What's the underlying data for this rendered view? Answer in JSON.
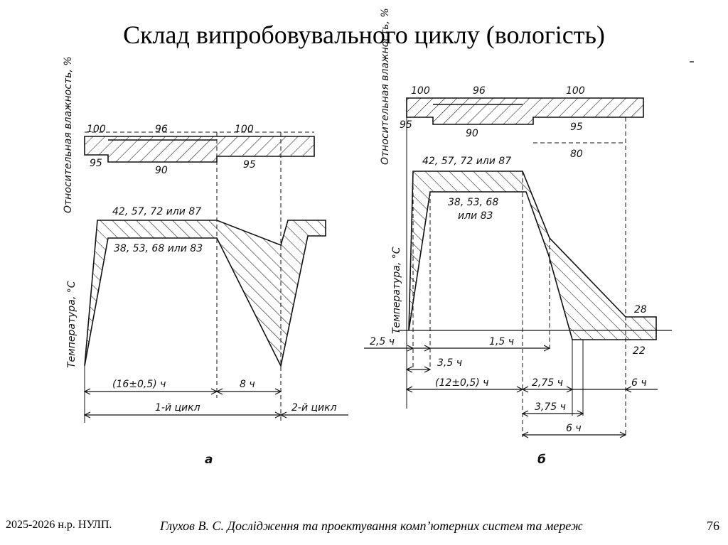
{
  "title": "Склад випробовувального циклу (вологість)",
  "footer": {
    "left": "2025-2026 н.р. НУЛП.",
    "center": "Глухов В. С. Дослідження та проектування комп’ютерних систем та мереж",
    "page": "76"
  },
  "diagram_a": {
    "ylabel_humidity": "Относительная влажность, %",
    "ylabel_temperature": "Температура, °С",
    "hum_100_left": "100",
    "hum_96": "96",
    "hum_100_right": "100",
    "hum_95_left": "95",
    "hum_90": "90",
    "hum_95_right": "95",
    "temp_upper": "42, 57, 72 или 87",
    "temp_lower": "38, 53, 68 или 83",
    "dur_main": "(16±0,5) ч",
    "dur_8h": "8 ч",
    "cycle1": "1-й цикл",
    "cycle2": "2-й цикл",
    "caption": "а"
  },
  "diagram_b": {
    "ylabel_humidity": "Относительная влажность, %",
    "ylabel_temperature": "Температура, °С",
    "hum_100_left": "100",
    "hum_96": "96",
    "hum_100_right": "100",
    "hum_95_left": "95",
    "hum_90": "90",
    "hum_95_right": "95",
    "hum_80": "80",
    "temp_upper": "42, 57, 72 или 87",
    "temp_lower_1": "38, 53, 68",
    "temp_lower_2": "или 83",
    "temp_28": "28",
    "temp_22": "22",
    "t_2_5": "2,5 ч",
    "t_3_5": "3,5 ч",
    "t_1_5": "1,5 ч",
    "t_main": "(12±0,5) ч",
    "t_2_75": "2,75 ч",
    "t_6h_a": "6 ч",
    "t_3_75": "3,75 ч",
    "t_6h_b": "6 ч",
    "caption": "б"
  }
}
